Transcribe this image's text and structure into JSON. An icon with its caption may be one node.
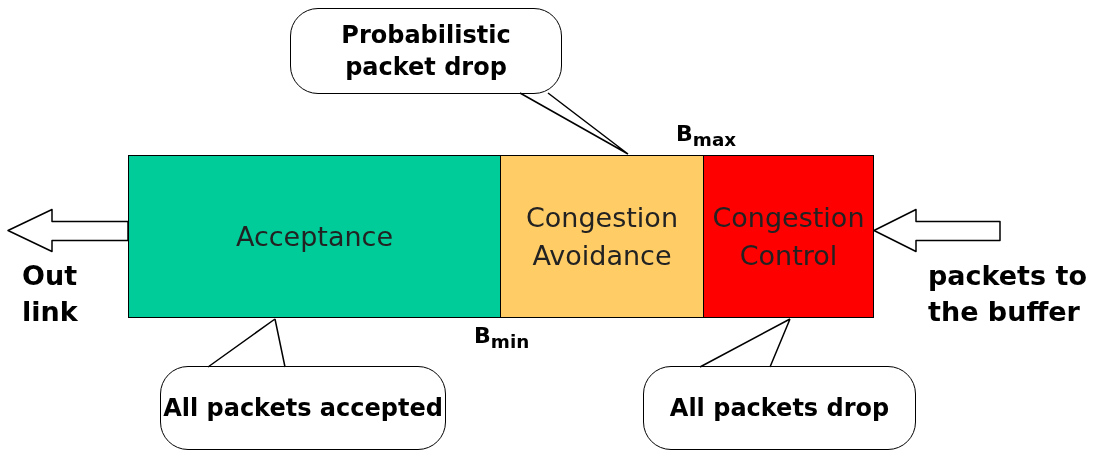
{
  "diagram": {
    "nodes": [
      {
        "text": [
          "Acceptance"
        ]
      },
      {
        "text": [
          "Congestion Avoidance"
        ]
      },
      {
        "text": [
          "Congestion Control"
        ]
      },
      {
        "text": [
          "Probabilistic packet drop"
        ]
      },
      {
        "text": [
          "All packets accepted"
        ]
      },
      {
        "text": [
          "All packets drop"
        ]
      }
    ],
    "edges": [
      {
        "from": 3,
        "to": 1,
        "arrow": "none"
      },
      {
        "from": 4,
        "to": 0,
        "arrow": "none"
      },
      {
        "from": 5,
        "to": 2,
        "arrow": "none"
      },
      {
        "from": 0,
        "to": null,
        "arrow": "to"
      },
      {
        "from": null,
        "to": 2,
        "arrow": "to"
      }
    ],
    "labels": [
      "B$_{max}$",
      "B$_{min}$",
      "Out link",
      "packets to the buffer"
    ]
  }
}
